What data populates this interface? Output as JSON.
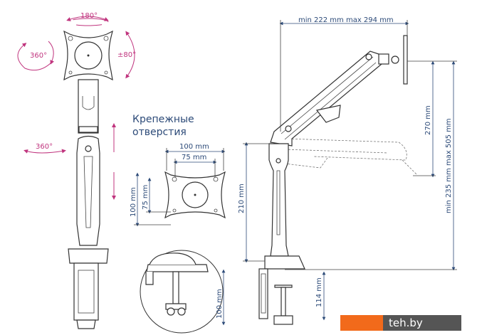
{
  "rotations": {
    "top": "180°",
    "left": "360°",
    "tilt": "±80°",
    "base": "360°"
  },
  "title": {
    "line1": "Крепежные",
    "line2": "отверстия"
  },
  "vesa": {
    "w100": "100 mm",
    "w75": "75 mm",
    "h100": "100 mm",
    "h75": "75 mm"
  },
  "side": {
    "reach": "min 222 mm max 294 mm",
    "drop": "270 mm",
    "height": "min 235 mm max 505 mm",
    "post": "210 mm",
    "clamp": "114 mm",
    "clamp_detail": "100 mm"
  },
  "logo": {
    "text": "teh.by",
    "orange": "#f26a1b",
    "gray": "#555555"
  },
  "colors": {
    "dimension": "#2c4a78",
    "rotation": "#c0347e"
  }
}
